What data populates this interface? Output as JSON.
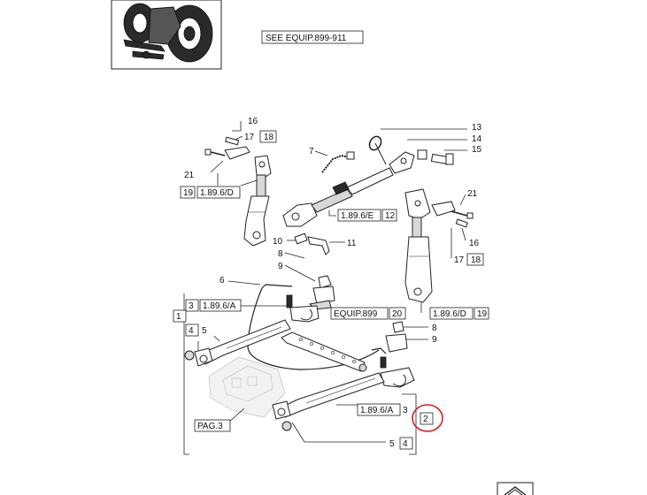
{
  "header": {
    "see_equip": "SEE EQUIP.899-911"
  },
  "callouts": {
    "n16a": "16",
    "n17a": "17",
    "n18a": "18",
    "n21a": "21",
    "n19a": "19",
    "ref_1_89_6_D_a": "1.89.6/D",
    "n7": "7",
    "ref_1_89_6_E": "1.89.6/E",
    "n12": "12",
    "n13": "13",
    "n14": "14",
    "n15": "15",
    "n21b": "21",
    "n16b": "16",
    "n17b": "17",
    "n18b": "18",
    "n10": "10",
    "n11": "11",
    "n8a": "8",
    "n9a": "9",
    "n6": "6",
    "n3a": "3",
    "ref_1_89_6_A_a": "1.89.6/A",
    "equip899": "EQUIP.899",
    "n20": "20",
    "ref_1_89_6_D_b": "1.89.6/D",
    "n19b": "19",
    "n1": "1",
    "n4a": "4",
    "n5a": "5",
    "n8b": "8",
    "n9b": "9",
    "ref_1_89_6_A_b": "1.89.6/A",
    "n3b": "3",
    "n2": "2",
    "pag3": "PAG.3",
    "n5b": "5",
    "n4b": "4"
  },
  "highlight": {
    "item": "2",
    "color": "#d42020"
  },
  "nav": {
    "icon": "up-arrow-icon"
  }
}
